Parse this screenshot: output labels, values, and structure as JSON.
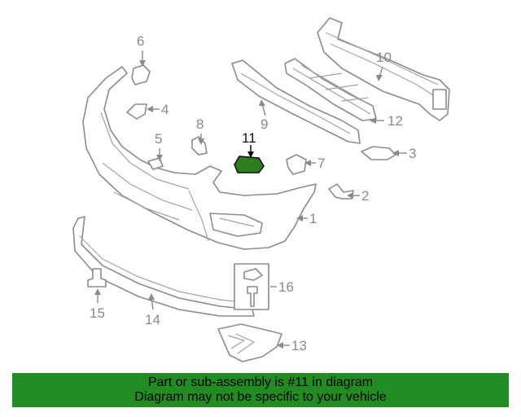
{
  "diagram": {
    "highlighted_part": "11",
    "callouts": {
      "c1": "1",
      "c2": "2",
      "c3": "3",
      "c4": "4",
      "c5": "5",
      "c6": "6",
      "c7": "7",
      "c8": "8",
      "c9": "9",
      "c10": "10",
      "c11": "11",
      "c12": "12",
      "c13": "13",
      "c14": "14",
      "c15": "15",
      "c16": "16"
    },
    "colors": {
      "highlight": "#2f7d1f",
      "banner": "#228b22",
      "line": "#8c8c8c"
    }
  },
  "banner": {
    "line1": "Part or sub-assembly is #11 in diagram",
    "line2": "Diagram may not be specific to your vehicle"
  }
}
